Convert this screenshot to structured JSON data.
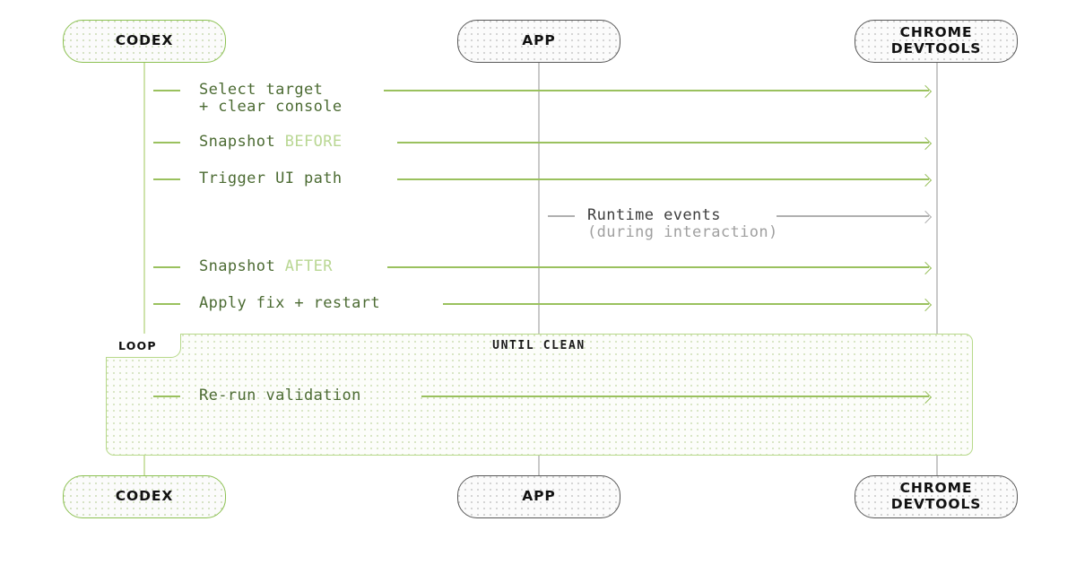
{
  "diagram": {
    "title": "Codex / App / Chrome DevTools debugging sequence",
    "type": "sequence-diagram",
    "colors": {
      "accent_green": "#8cc152",
      "line_green": "#9ac15e",
      "label_green": "#4c6b33",
      "pale_green": "#b9d793",
      "neutral_gray": "#b0b0b0",
      "text_dark": "#111111",
      "loop_border": "#b7d98a"
    }
  },
  "actors": [
    {
      "id": "codex",
      "label": "CODEX",
      "label_line1": "CODEX",
      "label_line2": "",
      "style": "green"
    },
    {
      "id": "app",
      "label": "APP",
      "label_line1": "APP",
      "label_line2": "",
      "style": "neutral"
    },
    {
      "id": "devtools",
      "label": "CHROME DEVTOOLS",
      "label_line1": "CHROME",
      "label_line2": "DEVTOOLS",
      "style": "neutral"
    }
  ],
  "actors_footer": [
    {
      "id": "codex",
      "label_line1": "CODEX",
      "label_line2": "",
      "style": "green"
    },
    {
      "id": "app",
      "label_line1": "APP",
      "label_line2": "",
      "style": "neutral"
    },
    {
      "id": "devtools",
      "label_line1": "CHROME",
      "label_line2": "DEVTOOLS",
      "style": "neutral"
    }
  ],
  "messages": [
    {
      "id": "select-target",
      "from": "codex",
      "to": "devtools",
      "text_line1": "Select target",
      "text_line2": "+ clear console",
      "accent_word": "",
      "tone": "green"
    },
    {
      "id": "snapshot-before",
      "from": "codex",
      "to": "devtools",
      "text_line1": "Snapshot",
      "text_line2": "",
      "accent_word": "BEFORE",
      "tone": "green"
    },
    {
      "id": "trigger-ui-path",
      "from": "codex",
      "to": "devtools",
      "text_line1": "Trigger UI path",
      "text_line2": "",
      "accent_word": "",
      "tone": "green"
    },
    {
      "id": "runtime-events",
      "from": "app",
      "to": "devtools",
      "text_line1": "Runtime events",
      "text_line2": "(during interaction)",
      "accent_word": "",
      "tone": "gray"
    },
    {
      "id": "snapshot-after",
      "from": "codex",
      "to": "devtools",
      "text_line1": "Snapshot",
      "text_line2": "",
      "accent_word": "AFTER",
      "tone": "green"
    },
    {
      "id": "apply-fix-restart",
      "from": "codex",
      "to": "devtools",
      "text_line1": "Apply fix + restart",
      "text_line2": "",
      "accent_word": "",
      "tone": "green"
    }
  ],
  "loop": {
    "tab_label": "LOOP",
    "condition": "UNTIL CLEAN",
    "message": {
      "id": "re-run-validation",
      "from": "codex",
      "to": "devtools",
      "text_line1": "Re-run validation",
      "text_line2": "",
      "tone": "green"
    }
  }
}
